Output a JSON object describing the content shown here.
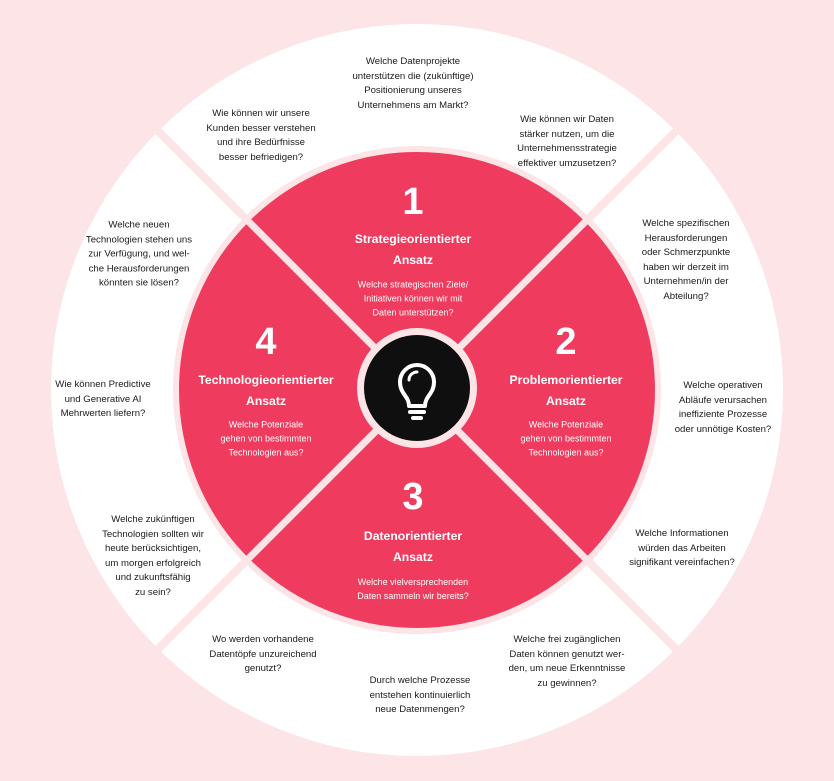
{
  "colors": {
    "background": "#fde4e6",
    "outer_ring": "#ffffff",
    "divider": "#fde4e6",
    "inner_circle": "#ef3b5d",
    "center": "#0f0f0f",
    "center_ring": "#fde4e6",
    "text_dark": "#1a1a1a",
    "text_light": "#ffffff"
  },
  "center_icon": "lightbulb-icon",
  "sectors": [
    {
      "number": "1",
      "title": "Strategieorientierter\nAnsatz",
      "question": "Welche strategischen Ziele/\nInitiativen können wir mit\nDaten unterstützen?"
    },
    {
      "number": "2",
      "title": "Problemorientierter\nAnsatz",
      "question": "Welche Potenziale\ngehen von bestimmten\nTechnologien aus?"
    },
    {
      "number": "3",
      "title": "Datenorientierter\nAnsatz",
      "question": "Welche vielversprechenden\nDaten sammeln wir bereits?"
    },
    {
      "number": "4",
      "title": "Technologieorientierter\nAnsatz",
      "question": "Welche Potenziale\ngehen von bestimmten\nTechnologien aus?"
    }
  ],
  "outer_questions": [
    "Welche Datenprojekte\nunterstützen die (zukünftige)\nPositionierung unseres\nUnternehmens am Markt?",
    "Wie können wir unsere\nKunden besser verstehen\nund ihre Bedürfnisse\nbesser befriedigen?",
    "Wie können wir Daten\nstärker nutzen, um die\nUnternehmensstrategie\neffektiver umzusetzen?",
    "Welche spezifischen\nHerausforderungen\noder Schmerzpunkte\nhaben wir derzeit im\nUnternehmen/in der\nAbteilung?",
    "Welche operativen\nAbläufe verursachen\nineffiziente Prozesse\noder unnötige Kosten?",
    "Welche Informationen\nwürden das Arbeiten\nsignifikant vereinfachen?",
    "Welche frei zugänglichen\nDaten können genutzt wer-\nden, um neue Erkenntnisse\nzu gewinnen?",
    "Durch welche Prozesse\nentstehen kontinuierlich\nneue Datenmengen?",
    "Wo werden vorhandene\nDatentöpfe unzureichend\ngenutzt?",
    "Welche zukünftigen\nTechnologien sollten wir\nheute berücksichtigen,\num morgen erfolgreich\nund zukunftsfähig\nzu sein?",
    "Wie können Predictive\nund Generative AI\nMehrwerten liefern?",
    "Welche neuen\nTechnologien stehen uns\nzur Verfügung, und wel-\nche Herausforderungen\nkönnten sie lösen?"
  ]
}
